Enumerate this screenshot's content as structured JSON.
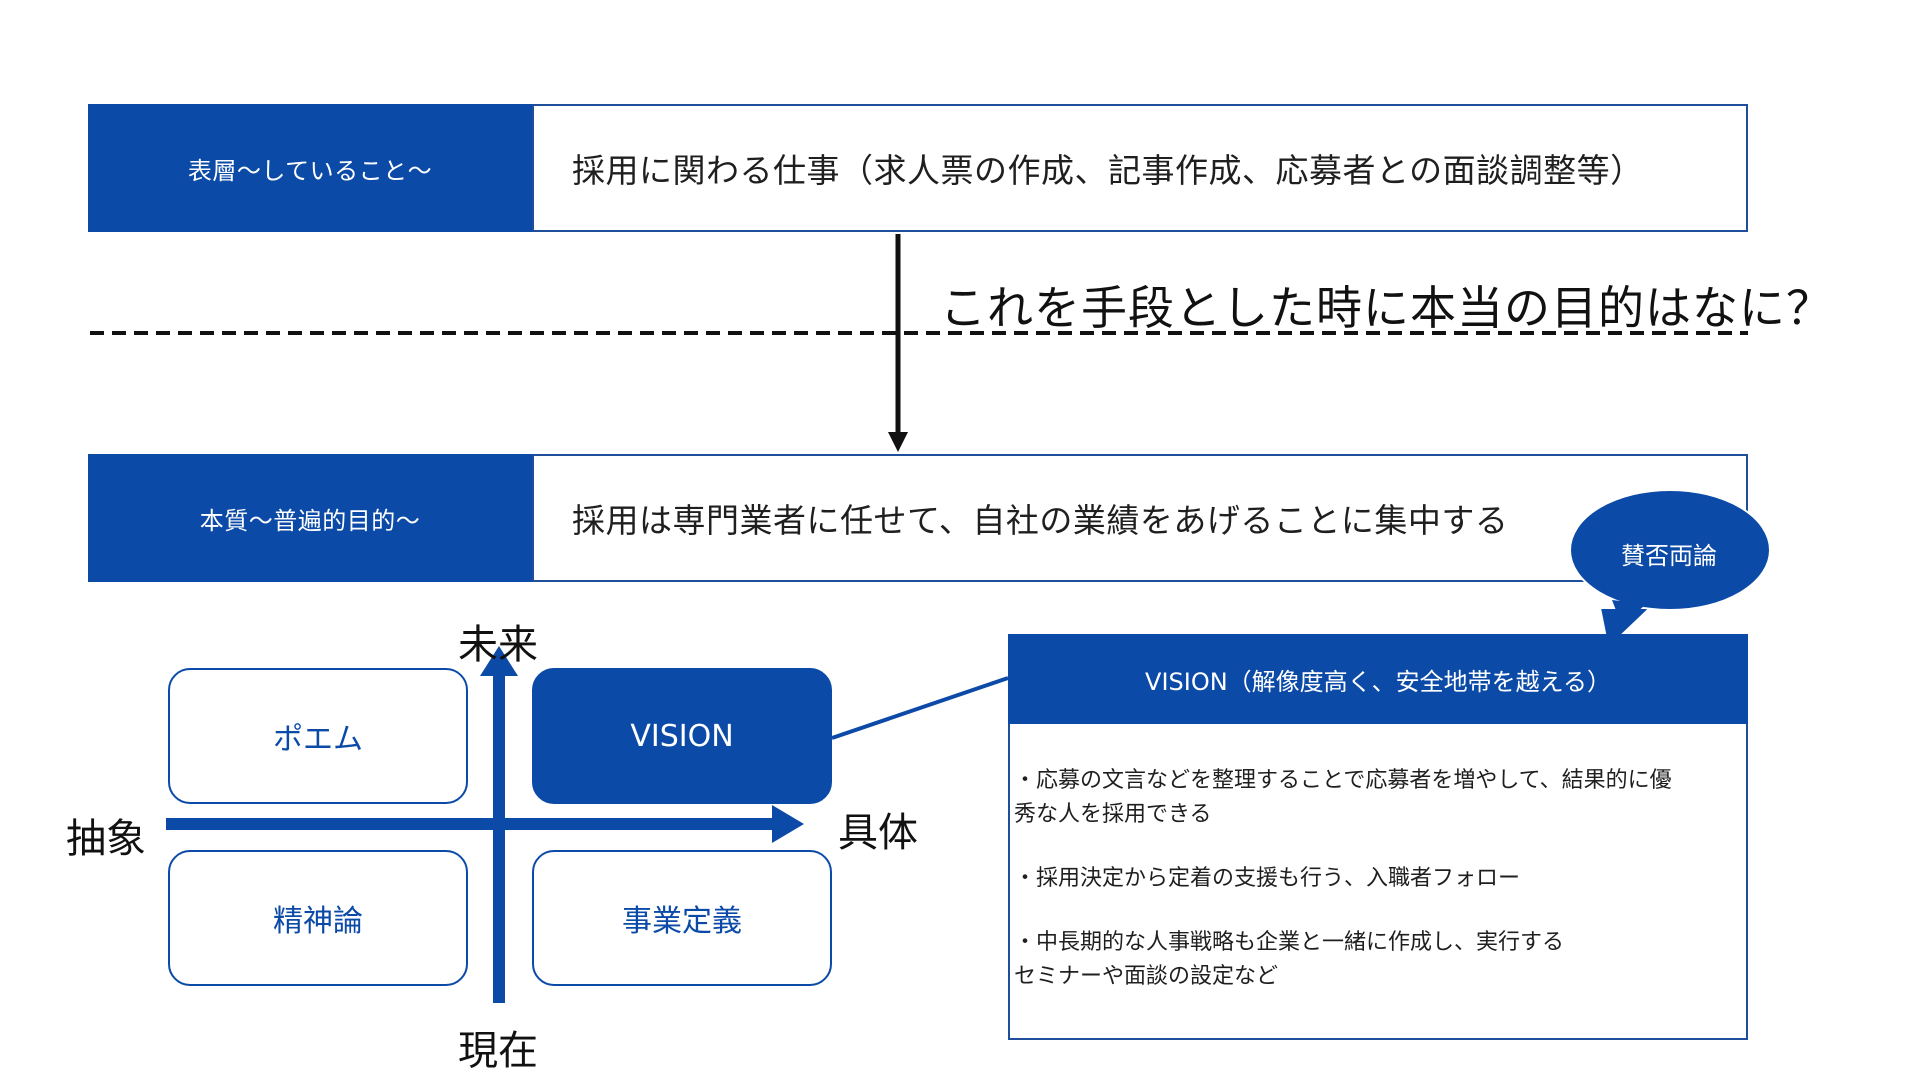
{
  "top_band": {
    "label": "表層〜していること〜",
    "content": "採用に関わる仕事（求人票の作成、記事作成、応募者との面談調整等）"
  },
  "question": "これを手段とした時に本当の目的はなに？",
  "bottom_band": {
    "label": "本質〜普遍的目的〜",
    "content": "採用は専門業者に任せて、自社の業績をあげることに集中する"
  },
  "matrix": {
    "axis_top": "未来",
    "axis_bottom": "現在",
    "axis_left": "抽象",
    "axis_right": "具体",
    "quadrants": {
      "top_left": "ポエム",
      "top_right": "VISION",
      "bottom_left": "精神論",
      "bottom_right": "事業定義"
    }
  },
  "bubble": {
    "label": "賛否両論"
  },
  "vision_panel": {
    "title": "VISION（解像度高く、安全地帯を越える）",
    "bullets": [
      [
        "・応募の文言などを整理することで応募者を増やして、結果的に優",
        "秀な人を採用できる"
      ],
      [
        "・採用決定から定着の支援も行う、入職者フォロー"
      ],
      [
        "・中長期的な人事戦略も企業と一緒に作成し、実行する",
        "セミナーや面談の設定など"
      ]
    ]
  },
  "colors": {
    "primary": "#0b4aa7",
    "border": "#1f4f9a",
    "text": "#1f1f1f"
  }
}
